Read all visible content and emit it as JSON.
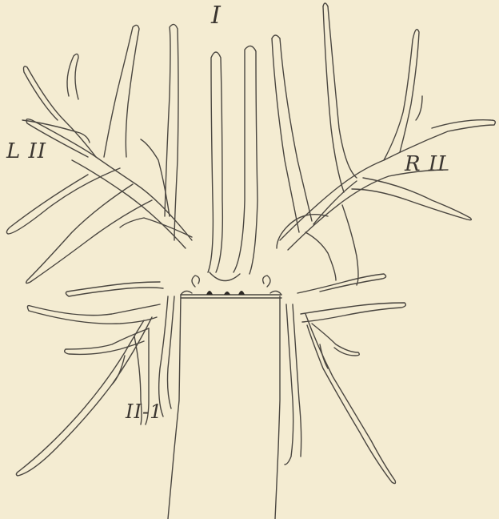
{
  "labels": {
    "top": "I",
    "left": "L II",
    "right": "R II",
    "lower_left": "II-1"
  },
  "colors": {
    "background": "#f4ecd2",
    "line": "#4a4640"
  }
}
